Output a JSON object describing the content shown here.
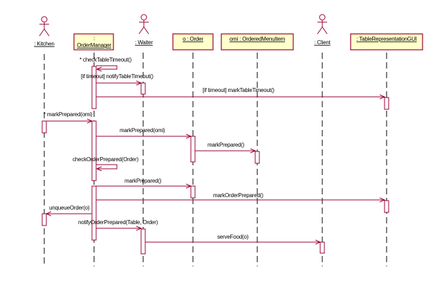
{
  "diagram": {
    "type": "sequence",
    "colors": {
      "line": "#990033",
      "box_fill": "#ffffcc"
    },
    "participants": [
      {
        "id": "kitchen",
        "kind": "actor",
        "label": ": Kitchen"
      },
      {
        "id": "ordermanager",
        "kind": "object",
        "label_top": ":",
        "label": "OrderManager"
      },
      {
        "id": "waiter",
        "kind": "actor",
        "label": ": Waiter"
      },
      {
        "id": "order",
        "kind": "object",
        "label": "o : Order"
      },
      {
        "id": "omi",
        "kind": "object",
        "label": "omi : OrderedMenuItem"
      },
      {
        "id": "client",
        "kind": "actor",
        "label": ": Client"
      },
      {
        "id": "tablegui",
        "kind": "object",
        "label": ": TableRepresentationGUI"
      }
    ],
    "messages": [
      {
        "from": "ordermanager",
        "to": "ordermanager",
        "label": "* checkTableTimeout()"
      },
      {
        "from": "ordermanager",
        "to": "waiter",
        "label": "[if timeout] notifyTableTimeout()"
      },
      {
        "from": "ordermanager",
        "to": "tablegui",
        "label": "[if timeout] markTableTimeout()"
      },
      {
        "from": "kitchen",
        "to": "ordermanager",
        "label": "* markPrepared(omi)"
      },
      {
        "from": "ordermanager",
        "to": "order",
        "label": "markPrepared(omi)"
      },
      {
        "from": "order",
        "to": "omi",
        "label": "markPrepared()"
      },
      {
        "from": "ordermanager",
        "to": "ordermanager",
        "label": "checkOrderPrepared(Order)"
      },
      {
        "from": "ordermanager",
        "to": "order",
        "label": "markPrepared()"
      },
      {
        "from": "ordermanager",
        "to": "tablegui",
        "label": "markOrderPrepared()"
      },
      {
        "from": "ordermanager",
        "to": "kitchen",
        "label": "unqueueOrder(o)"
      },
      {
        "from": "ordermanager",
        "to": "waiter",
        "label": "notifyOrderPrepared(Table, Order)"
      },
      {
        "from": "waiter",
        "to": "client",
        "label": "serveFood(o)"
      }
    ]
  }
}
